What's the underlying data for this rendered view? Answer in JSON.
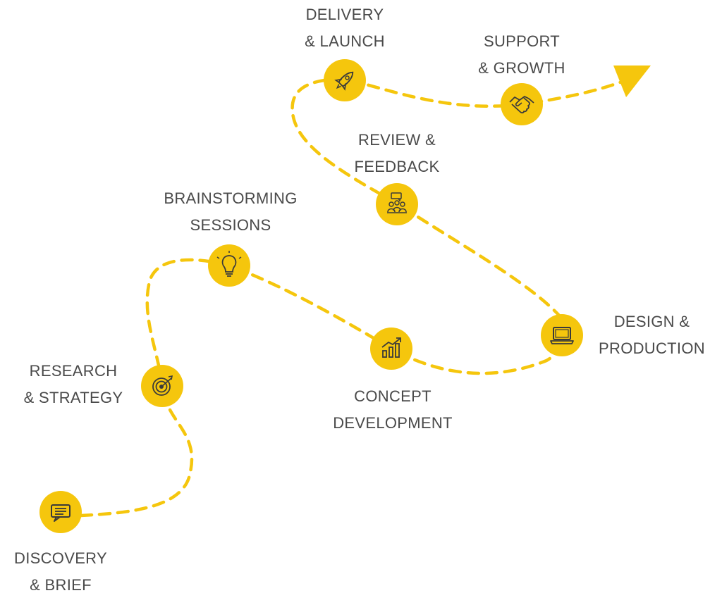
{
  "colors": {
    "accent": "#F5C60D",
    "icon": "#3a3a3a",
    "label": "#4a4a4a"
  },
  "steps": [
    {
      "icon": "chat-bubble-icon",
      "line1": "DISCOVERY",
      "line2": "& BRIEF"
    },
    {
      "icon": "target-icon",
      "line1": "RESEARCH",
      "line2": "& STRATEGY"
    },
    {
      "icon": "lightbulb-icon",
      "line1": "BRAINSTORMING",
      "line2": "SESSIONS"
    },
    {
      "icon": "growth-chart-icon",
      "line1": "CONCEPT",
      "line2": "DEVELOPMENT"
    },
    {
      "icon": "laptop-icon",
      "line1": "DESIGN &",
      "line2": "PRODUCTION"
    },
    {
      "icon": "team-meeting-icon",
      "line1": "REVIEW &",
      "line2": "FEEDBACK"
    },
    {
      "icon": "rocket-icon",
      "line1": "DELIVERY",
      "line2": "& LAUNCH"
    },
    {
      "icon": "handshake-icon",
      "line1": "SUPPORT",
      "line2": "& GROWTH"
    }
  ]
}
